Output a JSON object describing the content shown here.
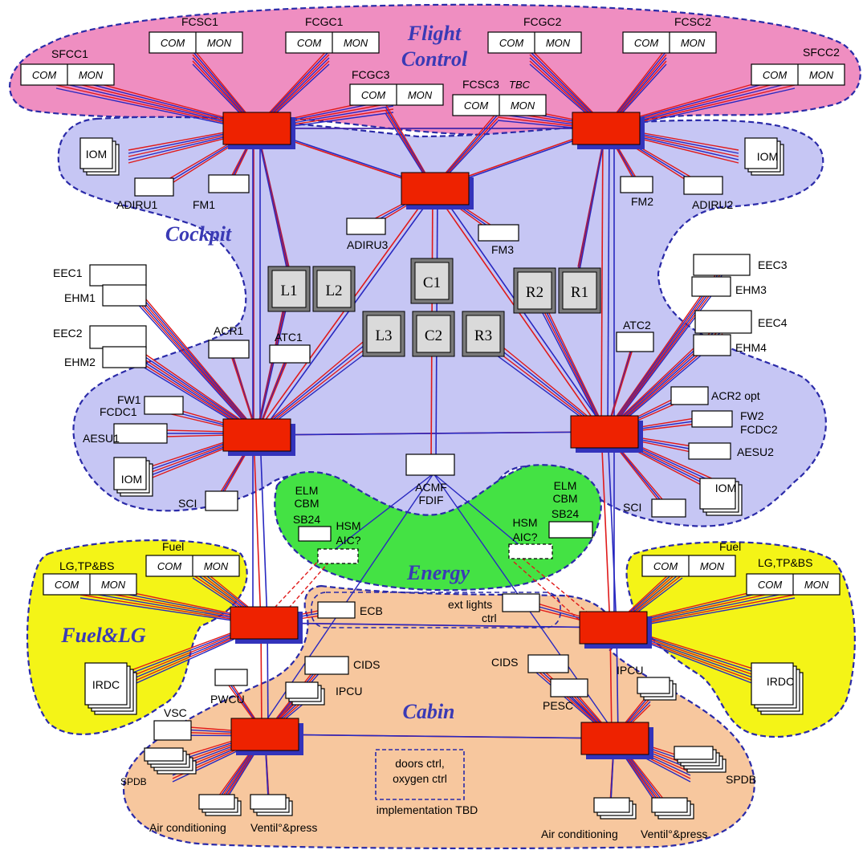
{
  "colors": {
    "flight_control_zone": "#ef8ec1",
    "cockpit_zone": "#c6c6f4",
    "energy_zone": "#44e244",
    "fuel_lg_zone": "#f4f417",
    "cabin_zone": "#f7c79e",
    "zone_border": "#2a2aa8",
    "switch_fill": "#ee2200",
    "link_red": "#e01a1a",
    "link_blue": "#2828c0"
  },
  "zones": {
    "flight_control": [
      "Flight",
      "Control"
    ],
    "cockpit": "Cockpit",
    "energy": "Energy",
    "fuel_lg": "Fuel&LG",
    "cabin": "Cabin"
  },
  "pairs": {
    "sfcc1": {
      "name": "SFCC1",
      "a": "COM",
      "b": "MON"
    },
    "fcsc1": {
      "name": "FCSC1",
      "a": "COM",
      "b": "MON"
    },
    "fcgc1": {
      "name": "FCGC1",
      "a": "COM",
      "b": "MON"
    },
    "fcgc3": {
      "name": "FCGC3",
      "a": "COM",
      "b": "MON"
    },
    "fcsc3": {
      "name": "FCSC3",
      "tag": "TBC",
      "a": "COM",
      "b": "MON"
    },
    "fcgc2": {
      "name": "FCGC2",
      "a": "COM",
      "b": "MON"
    },
    "fcsc2": {
      "name": "FCSC2",
      "a": "COM",
      "b": "MON"
    },
    "sfcc2": {
      "name": "SFCC2",
      "a": "COM",
      "b": "MON"
    },
    "lgtpbs_left": {
      "name": "LG,TP&BS",
      "a": "COM",
      "b": "MON"
    },
    "fuel_left": {
      "name": "Fuel",
      "a": "COM",
      "b": "MON"
    },
    "fuel_right": {
      "name": "Fuel",
      "a": "COM",
      "b": "MON"
    },
    "lgtpbs_right": {
      "name": "LG,TP&BS",
      "a": "COM",
      "b": "MON"
    }
  },
  "labels": {
    "iom": "IOM",
    "irdc": "IRDC",
    "adiru1": "ADIRU1",
    "adiru2": "ADIRU2",
    "adiru3": "ADIRU3",
    "fm1": "FM1",
    "fm2": "FM2",
    "fm3": "FM3",
    "eec1": "EEC1",
    "ehm1": "EHM1",
    "eec2": "EEC2",
    "ehm2": "EHM2",
    "eec3": "EEC3",
    "ehm3": "EHM3",
    "eec4": "EEC4",
    "ehm4": "EHM4",
    "acr1": "ACR1",
    "atc1": "ATC1",
    "atc2": "ATC2",
    "acr2": "ACR2 opt",
    "fw1": "FW1",
    "fcdc1": "FCDC1",
    "fw2": "FW2",
    "fcdc2": "FCDC2",
    "aesu1": "AESU1",
    "aesu2": "AESU2",
    "sci": "SCI",
    "acmf": "ACMF",
    "fdif": "FDIF",
    "elm": "ELM",
    "cbm": "CBM",
    "sb24": "SB24",
    "hsm": "HSM",
    "aic2": "AIC?",
    "ecb": "ECB",
    "ext_lights": "ext lights",
    "ctrl": "ctrl",
    "cids": "CIDS",
    "pwcu": "PWCU",
    "ipcu": "IPCU",
    "pesc": "PESC",
    "vsc": "VSC",
    "spdb": "SPDB",
    "air_conditioning": "Air conditioning",
    "ventil": "Ventil°&press",
    "doors_ctrl": "doors ctrl,",
    "oxygen_ctrl": "oxygen ctrl",
    "implementation": "implementation TBD"
  },
  "displays": {
    "l1": "L1",
    "l2": "L2",
    "l3": "L3",
    "c1": "C1",
    "c2": "C2",
    "r1": "R1",
    "r2": "R2",
    "r3": "R3"
  }
}
